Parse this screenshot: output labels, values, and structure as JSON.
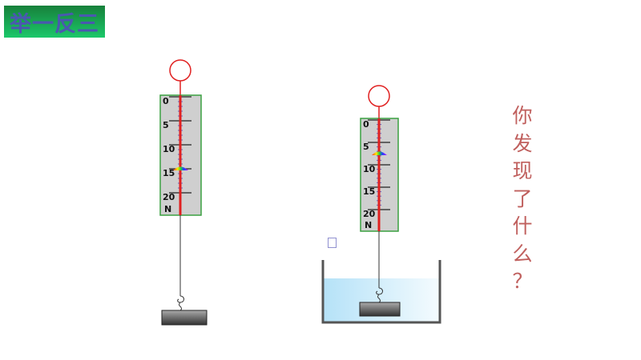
{
  "title": "举一反三",
  "question": [
    "你",
    "发",
    "现",
    "了",
    "什",
    "么",
    "？"
  ],
  "scale_labels": [
    "0",
    "5",
    "10",
    "15",
    "20"
  ],
  "unit": "N",
  "spring_scales": [
    {
      "name": "in-air",
      "reading_N": 15,
      "max_N": 20
    },
    {
      "name": "in-water",
      "reading_N": 7.5,
      "max_N": 20
    }
  ],
  "colors": {
    "accent_red": "#e02020",
    "frame_green": "#3aa040",
    "water": "#bfe6f7",
    "question_text": "#c0605e"
  }
}
